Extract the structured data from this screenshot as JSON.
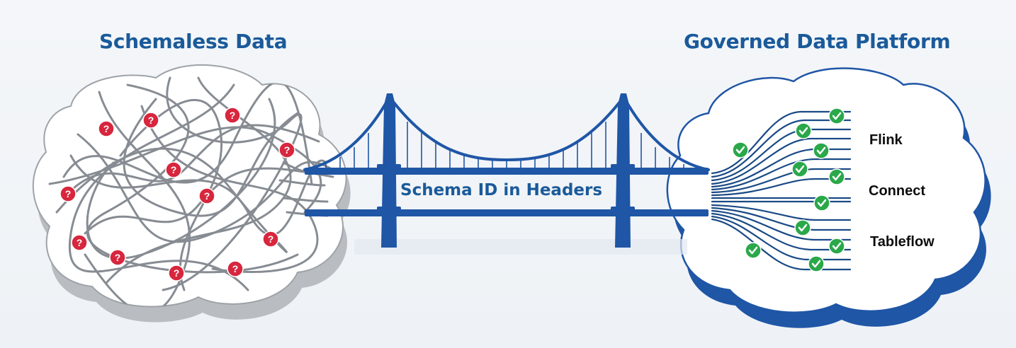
{
  "left_panel": {
    "title": "Schemaless Data",
    "marker_glyph": "?",
    "marker_color": "#d7263d",
    "line_color": "#8a8f96"
  },
  "bridge": {
    "label": "Schema ID in Headers",
    "color": "#1f56a6"
  },
  "right_panel": {
    "title": "Governed Data Platform",
    "consumers": [
      "Flink",
      "Connect",
      "Tableflow"
    ],
    "check_color": "#2aa84a",
    "line_color": "#1a4a86",
    "cloud_outline": "#1f56a6"
  },
  "icons": [
    "question-mark-icon",
    "check-mark-icon"
  ]
}
